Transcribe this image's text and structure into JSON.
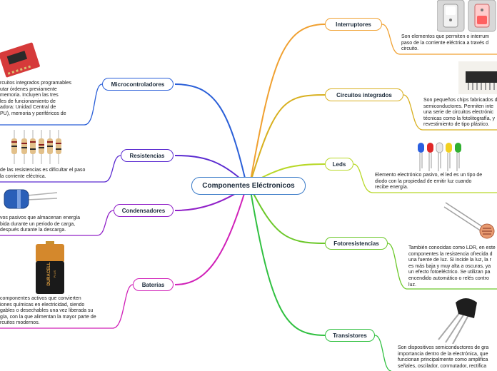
{
  "central": "Componentes Eléctronicos",
  "branches": [
    {
      "label": "Interruptores",
      "color": "#f0a030",
      "desc": [
        "Son elementos que permiten o interrum",
        "paso de la corriente eléctrica a través d",
        "circuito."
      ]
    },
    {
      "label": "Circuitos integrados",
      "color": "#d8b020",
      "desc": [
        "Son pequeños chips fabricados d",
        "semiconductores. Permiten inte",
        "una serie de circuitos electrónic",
        "técnicas como la fotolitografía, y",
        "revestimiento de tipo plástico."
      ]
    },
    {
      "label": "Leds",
      "color": "#b8d828",
      "desc": [
        "Elemento electrónico pasivo, el led es un tipo de",
        "diodo con la propiedad de emitir luz cuando",
        "recibe energía."
      ]
    },
    {
      "label": "Fotoresistencias",
      "color": "#6cc82a",
      "desc": [
        "También conocidas como LDR, en este",
        "componentes la resistencia ofrecida d",
        "una fuente de luz. Si incide la luz, la r",
        "es más baja y muy alta a oscuras, ya",
        "un efecto fotoeléctrico. Se utilizan pa",
        "encendido automático o relés contro",
        "luz."
      ]
    },
    {
      "label": "Transistores",
      "color": "#30c040",
      "desc": [
        "Son dispositivos semiconductores de gra",
        "importancia dentro de la electrónica, que",
        "funcionan principalmente como amplifica",
        "señales, oscilador, conmutador, rectifica"
      ]
    },
    {
      "label": "Microcontroladores",
      "color": "#2a5fd8",
      "desc": [
        "rcuitos integrados programables",
        "utar órdenes previamente",
        "memoria. Incluyen las tres",
        "les de funcionamiento de",
        "adora: Unidad Central de",
        "PU), memoria y periféricos de"
      ]
    },
    {
      "label": "Resistencias",
      "color": "#5a2ad0",
      "desc": [
        "de las resistencias es dificultar el paso",
        "la corriente eléctrica."
      ]
    },
    {
      "label": "Condensadores",
      "color": "#9020c8",
      "desc": [
        "vos pasivos que almacenan energía",
        "bida durante un periodo de carga,",
        "después durante la descarga."
      ]
    },
    {
      "label": "Baterías",
      "color": "#d020b8",
      "desc": [
        "componentes activos que convierten",
        "iones químicas en electricidad, siendo",
        "gables o desechables una vez liberada su",
        "gía, con la que alimentan la mayor parte de",
        "rcuitos modernos."
      ]
    }
  ],
  "images": {
    "battery_brand": "DURACELL",
    "battery_sub": "PLUS"
  }
}
